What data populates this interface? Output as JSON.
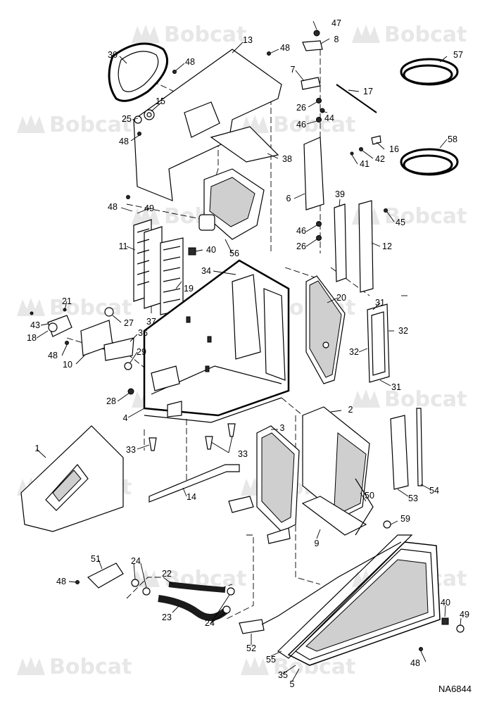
{
  "watermark": {
    "brand": "Bobcat"
  },
  "drawing_code": "NA6844",
  "callouts": [
    "1",
    "2",
    "3",
    "4",
    "5",
    "6",
    "7",
    "8",
    "9",
    "10",
    "11",
    "12",
    "13",
    "14",
    "15",
    "16",
    "17",
    "18",
    "19",
    "20",
    "21",
    "22",
    "23",
    "24",
    "25",
    "26",
    "27",
    "28",
    "29",
    "30",
    "31",
    "32",
    "33",
    "34",
    "35",
    "36",
    "37",
    "38",
    "39",
    "40",
    "41",
    "42",
    "43",
    "44",
    "45",
    "46",
    "47",
    "48",
    "49",
    "50",
    "51",
    "52",
    "53",
    "54",
    "55",
    "56",
    "57",
    "58",
    "59"
  ]
}
